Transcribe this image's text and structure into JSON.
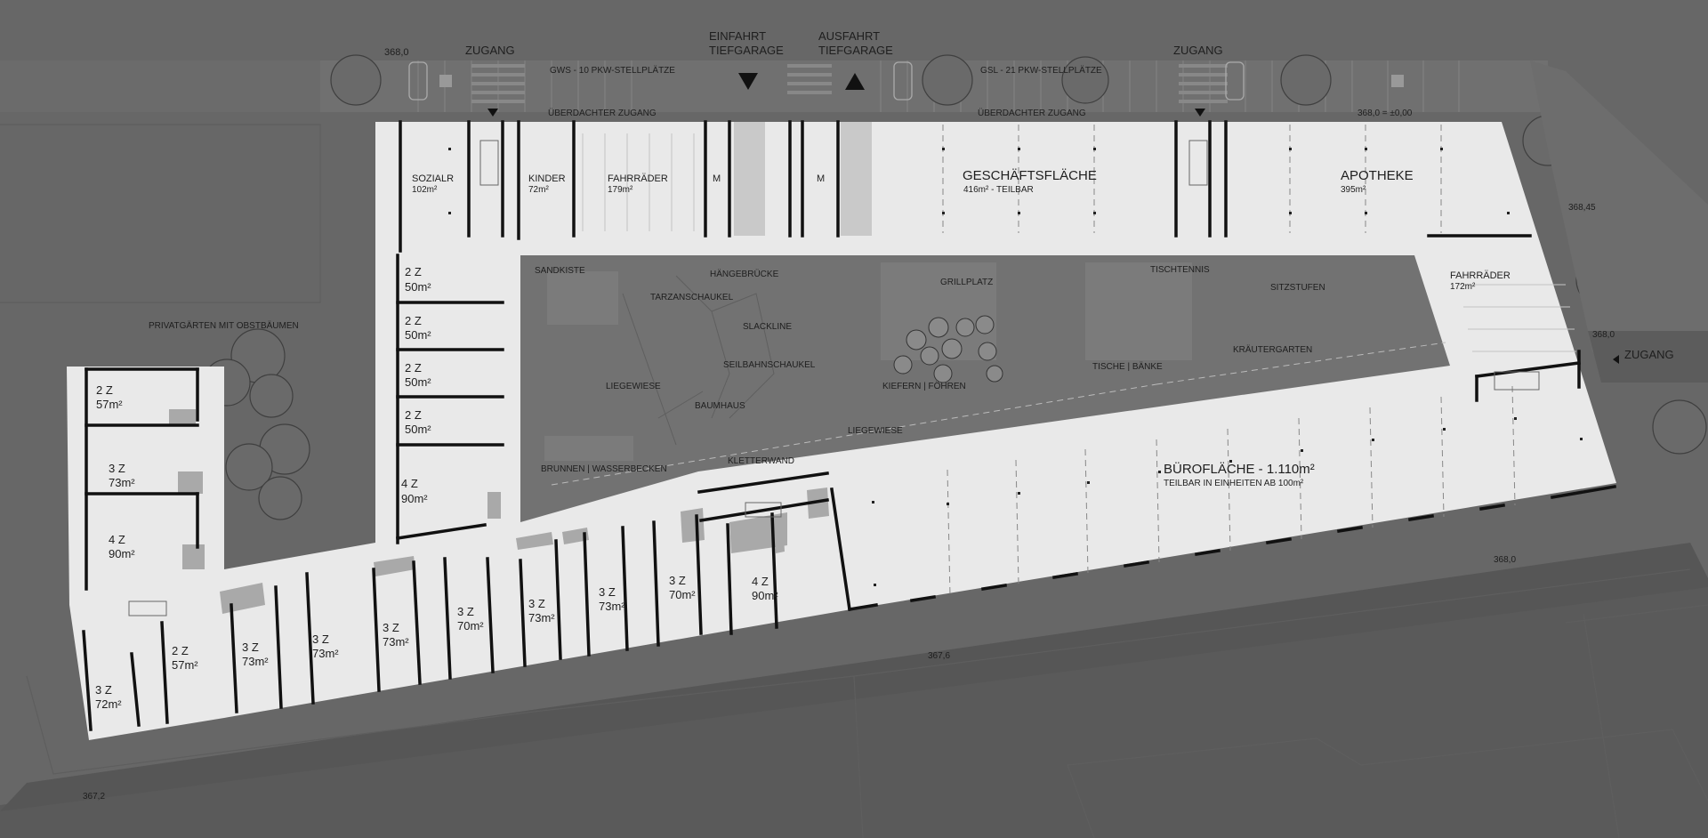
{
  "top": {
    "zugang_left": "ZUGANG",
    "einfahrt": [
      "EINFAHRT",
      "TIEFGARAGE"
    ],
    "ausfahrt": [
      "AUSFAHRT",
      "TIEFGARAGE"
    ],
    "zugang_right": "ZUGANG",
    "level_left": "368,0",
    "gws_parking": "GWS - 10 PKW-STELLPLÄTZE",
    "gsl_parking": "GSL - 21 PKW-STELLPLÄTZE",
    "covered_left": "ÜBERDACHTER ZUGANG",
    "covered_right": "ÜBERDACHTER ZUGANG",
    "level_zero": "368,0 = ±0,00"
  },
  "rooms": {
    "sozialr": {
      "name": "SOZIALR",
      "area": "102m²"
    },
    "kinder": {
      "name": "KINDER",
      "area": "72m²"
    },
    "fahrraeder": {
      "name": "FAHRRÄDER",
      "area": "179m²"
    },
    "m1": "M",
    "m2": "M",
    "geschaeft": {
      "name": "GESCHÄFTSFLÄCHE",
      "area": "416m² - TEILBAR"
    },
    "apotheke": {
      "name": "APOTHEKE",
      "area": "395m²"
    },
    "fahrraeder2": {
      "name": "FAHRRÄDER",
      "area": "172m²"
    },
    "buero": {
      "name": "BÜROFLÄCHE - 1.110m²",
      "note": "TEILBAR IN EINHEITEN AB 100m²"
    }
  },
  "units_west": [
    {
      "type": "2 Z",
      "area": "50m²"
    },
    {
      "type": "2 Z",
      "area": "50m²"
    },
    {
      "type": "2 Z",
      "area": "50m²"
    },
    {
      "type": "2 Z",
      "area": "50m²"
    },
    {
      "type": "4 Z",
      "area": "90m²"
    }
  ],
  "units_wing": [
    {
      "type": "2 Z",
      "area": "57m²"
    },
    {
      "type": "3 Z",
      "area": "73m²"
    },
    {
      "type": "4 Z",
      "area": "90m²"
    }
  ],
  "units_south": [
    {
      "type": "3 Z",
      "area": "72m²"
    },
    {
      "type": "2 Z",
      "area": "57m²"
    },
    {
      "type": "3 Z",
      "area": "73m²"
    },
    {
      "type": "3 Z",
      "area": "73m²"
    },
    {
      "type": "3 Z",
      "area": "73m²"
    },
    {
      "type": "3 Z",
      "area": "70m²"
    },
    {
      "type": "3 Z",
      "area": "73m²"
    },
    {
      "type": "3 Z",
      "area": "73m²"
    },
    {
      "type": "3 Z",
      "area": "70m²"
    },
    {
      "type": "4 Z",
      "area": "90m²"
    }
  ],
  "courtyard": {
    "sandkiste": "SANDKISTE",
    "haengebruecke": "HÄNGEBRÜCKE",
    "tarzanschaukel": "TARZANSCHAUKEL",
    "slackline": "SLACKLINE",
    "seilbahnschaukel": "SEILBAHNSCHAUKEL",
    "liegewiese1": "LIEGEWIESE",
    "baumhaus": "BAUMHAUS",
    "brunnen": "BRUNNEN | WASSERBECKEN",
    "kletterwand": "KLETTERWAND",
    "grillplatz": "GRILLPLATZ",
    "kiefern": "KIEFERN | FÖHREN",
    "liegewiese2": "LIEGEWIESE",
    "tischtennis": "TISCHTENNIS",
    "sitzstufen": "SITZSTUFEN",
    "kraeutergarten": "KRÄUTERGARTEN",
    "tische": "TISCHE | BÄNKE"
  },
  "site": {
    "privatgaerten": "PRIVATGÄRTEN MIT OBSTBÄUMEN",
    "level_east_top": "368,45",
    "level_east": "368,0",
    "zugang_east": "ZUGANG",
    "level_south_east": "368,0",
    "level_south": "367,6",
    "level_south_west": "367,2"
  },
  "colors": {
    "background": "#676767",
    "street": "#575757",
    "courtyard": "#717171",
    "building": "#e9e9e9",
    "wall": "#111111",
    "text": "#1e1e1e"
  }
}
